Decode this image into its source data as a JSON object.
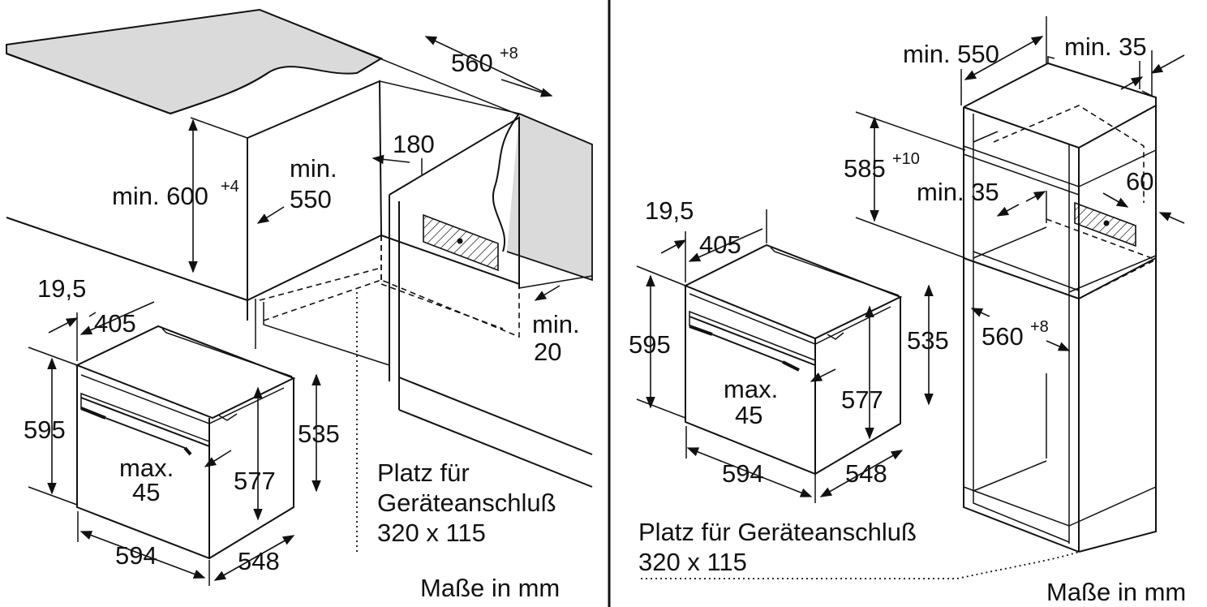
{
  "left": {
    "dim_width_top": "560",
    "dim_width_top_sup": "+8",
    "dim_height_min": "min. 600",
    "dim_height_min_sup": "+4",
    "dim_depth_min_line1": "min.",
    "dim_depth_min_line2": "550",
    "dim_180": "180",
    "dim_min20_line1": "min.",
    "dim_min20_line2": "20",
    "oven_19_5": "19,5",
    "oven_405": "405",
    "oven_595": "595",
    "oven_535": "535",
    "oven_577": "577",
    "oven_max_line1": "max.",
    "oven_max_line2": "45",
    "oven_594": "594",
    "oven_548": "548",
    "note_line1": "Platz für",
    "note_line2": "Geräteanschluß",
    "note_line3": "320 x 115",
    "units": "Maße in mm"
  },
  "right": {
    "cab_min550": "min. 550",
    "cab_min35_top": "min. 35",
    "cab_585": "585",
    "cab_585_sup": "+10",
    "cab_min35_mid": "min. 35",
    "cab_60": "60",
    "cab_560": "560",
    "cab_560_sup": "+8",
    "oven_19_5": "19,5",
    "oven_405": "405",
    "oven_595": "595",
    "oven_535": "535",
    "oven_577": "577",
    "oven_max_line1": "max.",
    "oven_max_line2": "45",
    "oven_594": "594",
    "oven_548": "548",
    "note_line1": "Platz für Geräteanschluß",
    "note_line2": "320 x 115",
    "units": "Maße in mm"
  },
  "colors": {
    "line": "#111111",
    "countertop": "#d9d9d9",
    "background": "#ffffff"
  }
}
